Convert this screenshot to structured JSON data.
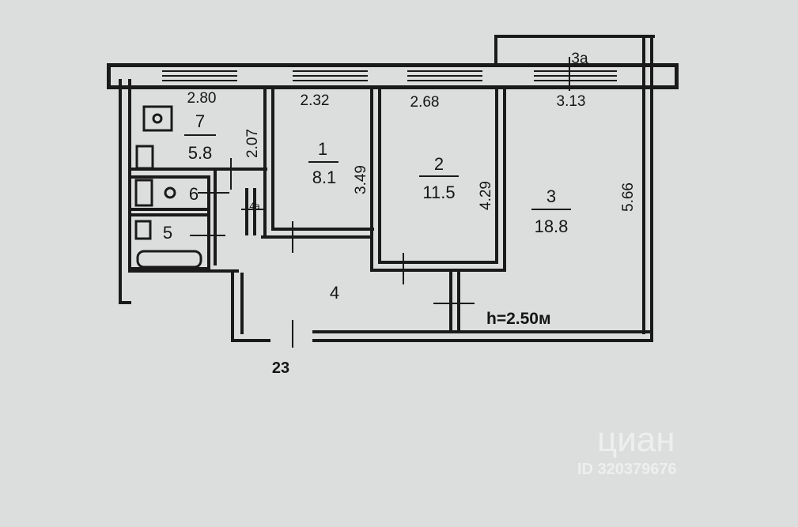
{
  "rooms": [
    {
      "number": "7",
      "area": "5.8",
      "width": "2.80",
      "depth": "2.07"
    },
    {
      "number": "1",
      "area": "8.1",
      "width": "2.32",
      "depth": "3.49"
    },
    {
      "number": "2",
      "area": "11.5",
      "width": "2.68",
      "depth": "4.29"
    },
    {
      "number": "3",
      "area": "18.8",
      "width": "3.13",
      "depth": "5.66"
    },
    {
      "number": "3a"
    },
    {
      "number": "4"
    },
    {
      "number": "4a"
    },
    {
      "number": "5"
    },
    {
      "number": "6"
    }
  ],
  "ceiling_height": "h=2.50м",
  "apartment_number": "23",
  "watermark": {
    "brand": "циан",
    "id": "ID 320379676"
  }
}
